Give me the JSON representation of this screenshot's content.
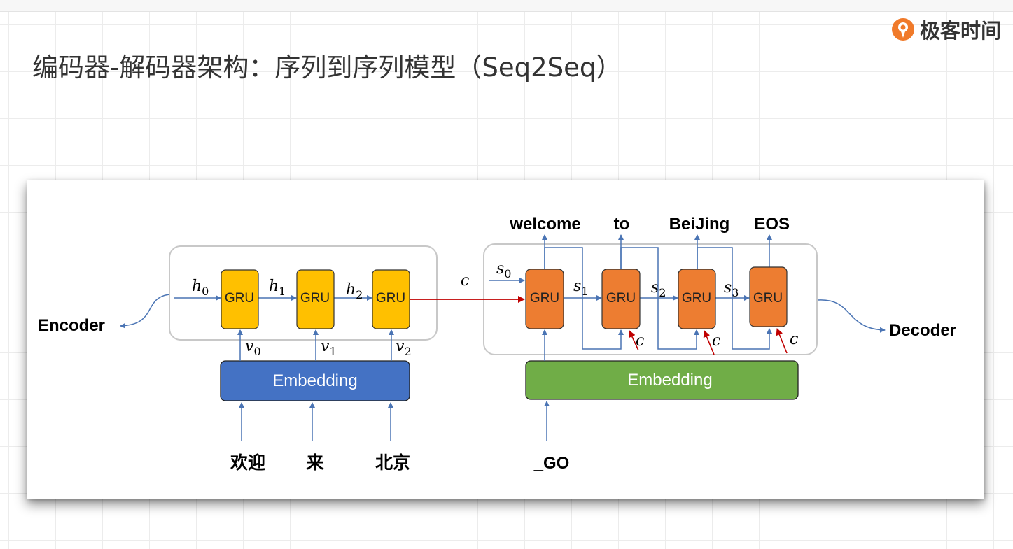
{
  "header": {
    "title": "编码器-解码器架构：序列到序列模型（Seq2Seq）",
    "brand": "极客时间"
  },
  "diagram": {
    "encoder": {
      "label": "Encoder",
      "gru_label": "GRU",
      "embedding_label": "Embedding",
      "hidden_labels": [
        {
          "base": "h",
          "sub": "0"
        },
        {
          "base": "h",
          "sub": "1"
        },
        {
          "base": "h",
          "sub": "2"
        }
      ],
      "vector_labels": [
        {
          "base": "v",
          "sub": "0"
        },
        {
          "base": "v",
          "sub": "1"
        },
        {
          "base": "v",
          "sub": "2"
        }
      ],
      "inputs": [
        "欢迎",
        "来",
        "北京"
      ]
    },
    "context_label": "c",
    "decoder": {
      "label": "Decoder",
      "gru_label": "GRU",
      "embedding_label": "Embedding",
      "state_labels": [
        {
          "base": "s",
          "sub": "0"
        },
        {
          "base": "s",
          "sub": "1"
        },
        {
          "base": "s",
          "sub": "2"
        },
        {
          "base": "s",
          "sub": "3"
        }
      ],
      "context_labels": [
        "c",
        "c",
        "c"
      ],
      "outputs": [
        "welcome",
        "to",
        "BeiJing",
        "_EOS"
      ],
      "input": "_GO"
    },
    "colors": {
      "encoder_gru": "#ffc000",
      "decoder_gru": "#ed7d31",
      "encoder_embedding": "#4472c4",
      "decoder_embedding": "#70ad47",
      "arrow": "#4a74b4",
      "context_arrow": "#c00000"
    }
  }
}
